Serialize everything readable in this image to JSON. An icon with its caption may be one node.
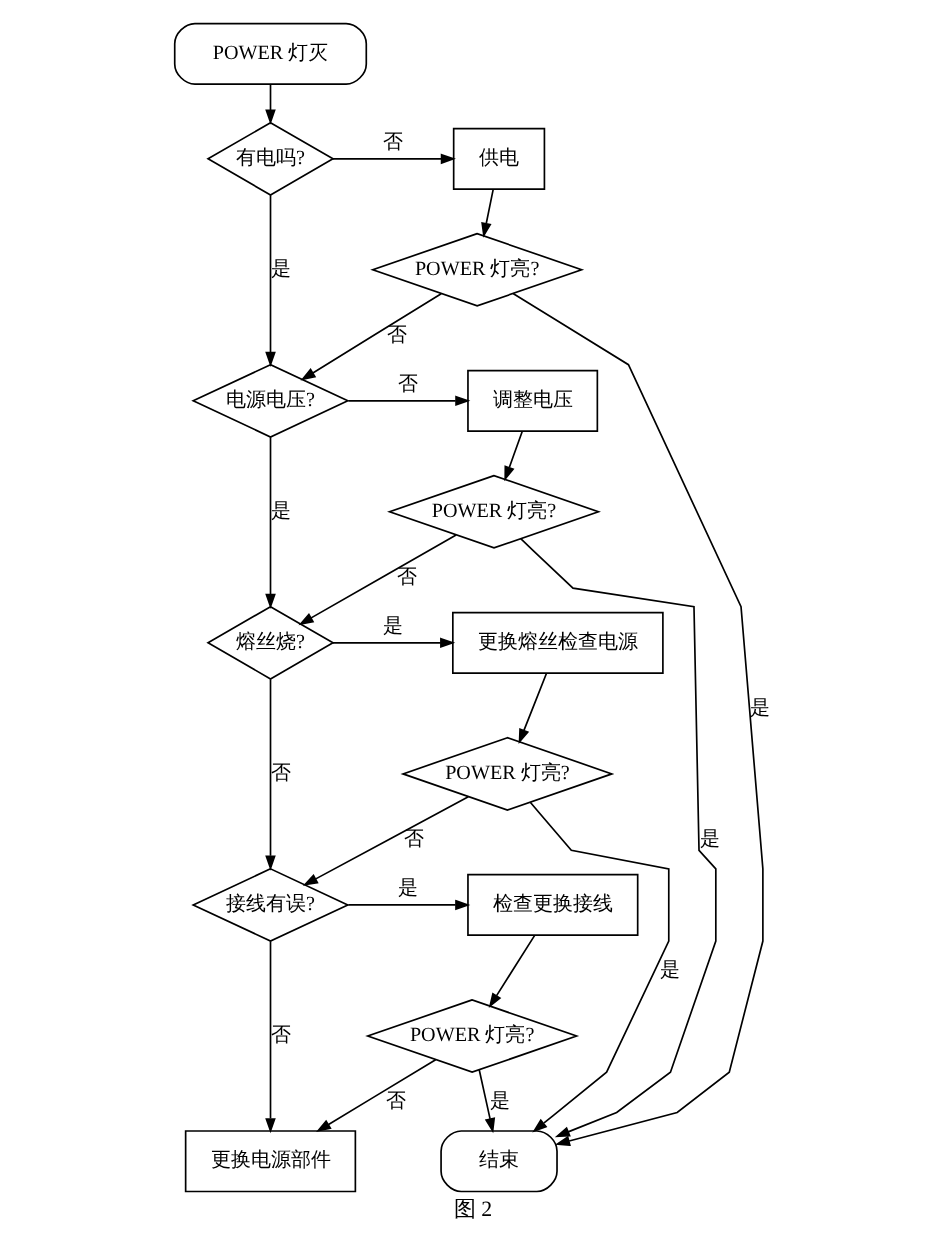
{
  "diagram": {
    "caption": "图 2",
    "nodes": [
      {
        "text": [
          "POWER 灯灭"
        ]
      },
      {
        "text": [
          "有电吗?"
        ]
      },
      {
        "text": [
          "供电"
        ]
      },
      {
        "text": [
          "POWER 灯亮?"
        ]
      },
      {
        "text": [
          "电源电压?"
        ]
      },
      {
        "text": [
          "调整电压"
        ]
      },
      {
        "text": [
          "POWER 灯亮?"
        ]
      },
      {
        "text": [
          "熔丝烧?"
        ]
      },
      {
        "text": [
          "更换熔丝检查电源"
        ]
      },
      {
        "text": [
          "POWER 灯亮?"
        ]
      },
      {
        "text": [
          "接线有误?"
        ]
      },
      {
        "text": [
          "检查更换接线"
        ]
      },
      {
        "text": [
          "POWER 灯亮?"
        ]
      },
      {
        "text": [
          "更换电源部件"
        ]
      },
      {
        "text": [
          "结束"
        ]
      }
    ],
    "edges": [
      {
        "from": 0,
        "to": 1,
        "arrow": "to"
      },
      {
        "from": 1,
        "to": 2,
        "arrow": "to",
        "label": "否"
      },
      {
        "from": 1,
        "to": 4,
        "arrow": "to",
        "label": "是"
      },
      {
        "from": 2,
        "to": 3,
        "arrow": "to"
      },
      {
        "from": 3,
        "to": 4,
        "arrow": "to",
        "label": "否"
      },
      {
        "from": 3,
        "to": 14,
        "arrow": "to",
        "label": "是"
      },
      {
        "from": 4,
        "to": 5,
        "arrow": "to",
        "label": "否"
      },
      {
        "from": 4,
        "to": 7,
        "arrow": "to",
        "label": "是"
      },
      {
        "from": 5,
        "to": 6,
        "arrow": "to"
      },
      {
        "from": 6,
        "to": 7,
        "arrow": "to",
        "label": "否"
      },
      {
        "from": 6,
        "to": 14,
        "arrow": "to",
        "label": "是"
      },
      {
        "from": 7,
        "to": 8,
        "arrow": "to",
        "label": "是"
      },
      {
        "from": 7,
        "to": 10,
        "arrow": "to",
        "label": "否"
      },
      {
        "from": 8,
        "to": 9,
        "arrow": "to"
      },
      {
        "from": 9,
        "to": 10,
        "arrow": "to",
        "label": "否"
      },
      {
        "from": 9,
        "to": 14,
        "arrow": "to",
        "label": "是"
      },
      {
        "from": 10,
        "to": 11,
        "arrow": "to",
        "label": "是"
      },
      {
        "from": 10,
        "to": 13,
        "arrow": "to",
        "label": "否"
      },
      {
        "from": 11,
        "to": 12,
        "arrow": "to"
      },
      {
        "from": 12,
        "to": 13,
        "arrow": "to",
        "label": "否"
      },
      {
        "from": 12,
        "to": 14,
        "arrow": "to",
        "label": "是"
      }
    ]
  }
}
